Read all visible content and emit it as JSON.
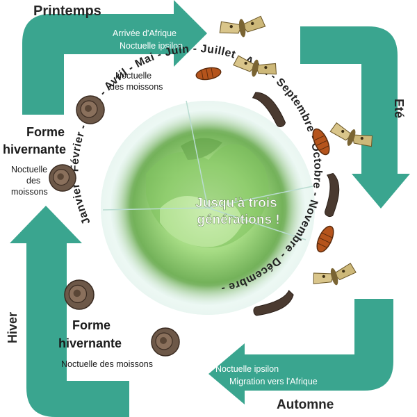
{
  "seasons": {
    "printemps": "Printemps",
    "ete": "Eté",
    "automne": "Automne",
    "hiver": "Hiver"
  },
  "arrows": {
    "spring_note_line1": "Arrivée d'Afrique",
    "spring_note_line2": "Noctuelle ipsilon",
    "autumn_note_line1": "Noctuelle ipsilon",
    "autumn_note_line2": "Migration vers l'Afrique"
  },
  "labels": {
    "top_species_line1": "Noctuelle",
    "top_species_line2": "des moissons",
    "left_form_line1": "Forme",
    "left_form_line2": "hivernante",
    "left_species_line1": "Noctuelle",
    "left_species_line2": "des",
    "left_species_line3": "moissons",
    "bottom_form_line1": "Forme",
    "bottom_form_line2": "hivernante",
    "bottom_species": "Noctuelle des moissons"
  },
  "center": {
    "line1": "Jusqu'à trois",
    "line2": "générations !"
  },
  "months_ring": "Janvier - Février - Mars - Avril - Mai - Juin - Juillet - Aout - Septembre - Octobre - Novembre - Décembre -",
  "colors": {
    "arrow": "#3aa58f",
    "arrow_dark": "#2c8a77",
    "lettuce": "#8fcf6a"
  },
  "icons": [
    "moth-icon",
    "larva-icon",
    "pupa-icon",
    "curled-caterpillar-icon"
  ]
}
